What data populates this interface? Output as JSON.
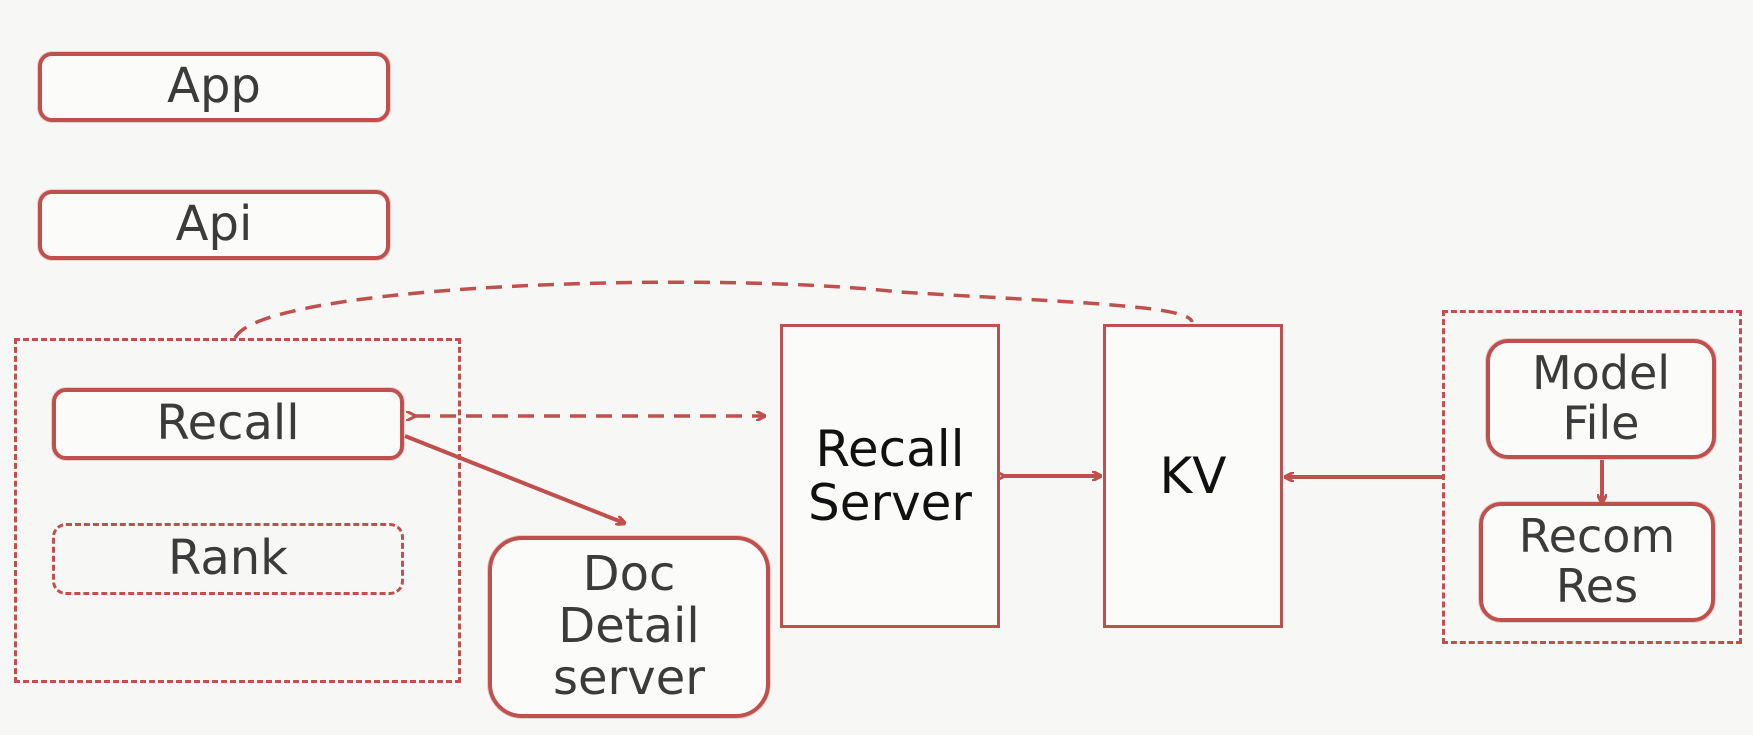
{
  "nodes": {
    "app": "App",
    "api": "Api",
    "recall": "Recall",
    "rank": "Rank",
    "doc_detail_server": [
      "Doc",
      "Detail",
      "server"
    ],
    "recall_server": [
      "Recall",
      "Server"
    ],
    "kv": "KV",
    "model_file": [
      "Model",
      "File"
    ],
    "recom_res": [
      "Recom",
      "Res"
    ]
  },
  "colors": {
    "accent": "#c0504d",
    "background": "#f7f8f6",
    "text": "#3b3b3b"
  }
}
